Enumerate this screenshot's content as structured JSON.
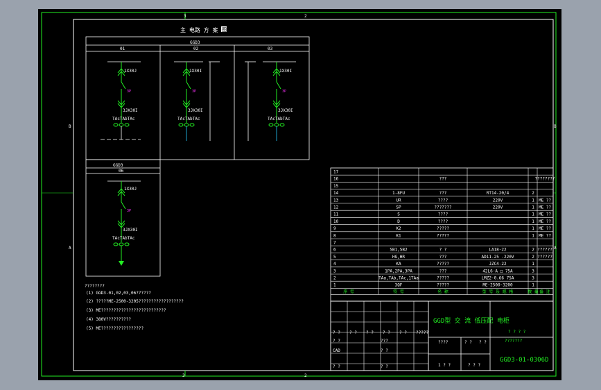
{
  "frame": {
    "zone_top_left": "3",
    "zone_top_right": "2",
    "zone_bottom_left": "3",
    "zone_bottom_right": "2",
    "zone_left": "B",
    "zone_left_lower": "A",
    "zone_right": "B",
    "zone_right_lower": "A"
  },
  "scheme": {
    "title": "主 电路 方 案",
    "title_cont": "图",
    "cabinet_type": "GGD3",
    "columns": [
      "01",
      "02",
      "03"
    ],
    "panels": [
      {
        "switch": "1X30J",
        "breaker": "3P",
        "bus": "3JX30I",
        "ct": "TAcTAbTAc"
      },
      {
        "switch": "1X30I",
        "breaker": "3P",
        "bus": "3JX30I",
        "ct": "TAcTAbTAc"
      },
      {
        "switch": "1X30I",
        "breaker": "3P",
        "bus": "3JX30I",
        "ct": "TAcTAbTAc"
      }
    ],
    "lower_cabinet_type": "GGD3",
    "lower_column": "06",
    "lower_panel": {
      "switch": "1X30J",
      "breaker": "3P",
      "bus": "3JX30I",
      "ct": "TAcTAbTAc"
    }
  },
  "notes": {
    "heading": "????????",
    "lines": [
      "(1)  GGD3-01,02,03,06??????",
      "(2)  ?????ME-2500-3205??????????????????",
      "(3)  ME??????????????????????????",
      "(4)  380V??????????",
      "(5)  ME?????????????????"
    ]
  },
  "bom": {
    "header": [
      "序 号",
      "符 号",
      "名 称",
      "型 号 及 规 格",
      "数 量",
      "备 注"
    ],
    "rows": [
      [
        "17",
        "",
        "",
        "",
        "",
        ""
      ],
      [
        "16",
        "",
        "???",
        "",
        "",
        "????????"
      ],
      [
        "15",
        "",
        "",
        "",
        "",
        ""
      ],
      [
        "14",
        "1-8FU",
        "???",
        "RT14-20/4",
        "2",
        ""
      ],
      [
        "13",
        "UR",
        "????",
        "220V",
        "1",
        "ME  ??"
      ],
      [
        "12",
        "SP",
        "???????",
        "220V",
        "1",
        "ME  ??"
      ],
      [
        "11",
        "S",
        "????",
        "",
        "1",
        "ME  ??"
      ],
      [
        "10",
        "D",
        "????",
        "",
        "1",
        "ME  ??"
      ],
      [
        "9",
        "K2",
        "?????",
        "",
        "1",
        "ME  ??"
      ],
      [
        "8",
        "K1",
        "?????",
        "",
        "1",
        "ME  ??"
      ],
      [
        "7",
        "",
        "",
        "",
        "",
        ""
      ],
      [
        "6",
        "SB1,SB2",
        "?  ?",
        "LA18-22",
        "2",
        "??????"
      ],
      [
        "5",
        "HG,HR",
        "???",
        "AD11-25  -220V",
        "2",
        "??????"
      ],
      [
        "4",
        "KA",
        "?????",
        "JZC4-22",
        "1",
        ""
      ],
      [
        "3",
        "1PA,2PA,3PA",
        "???",
        "42L6-A  □   75A",
        "3",
        ""
      ],
      [
        "2",
        "TAa,TAb,TAc,1TAa",
        "?????",
        "LMZ2-0.66  75A",
        "3",
        ""
      ],
      [
        "1",
        "3QF",
        "?????",
        "ME-2500-3200",
        "1",
        ""
      ]
    ]
  },
  "title_block": {
    "product": "GGD型 交 流 低压配 电柜",
    "name_line1": "? ? ? ?",
    "name_line2": "???????",
    "drawing_no": "GGD3-01-0306D",
    "r1": [
      "? ?",
      "? ?",
      "? ?",
      "? ?",
      "? ?",
      "?????"
    ],
    "r2": [
      "? ?",
      "???"
    ],
    "r2_right": [
      "????",
      "? ?",
      "? ?"
    ],
    "r3": [
      "CAD",
      "? ?"
    ],
    "r4": [
      "? ?",
      "? ?"
    ],
    "r4_right": [
      "1 ? ?",
      "? ? ?"
    ]
  }
}
